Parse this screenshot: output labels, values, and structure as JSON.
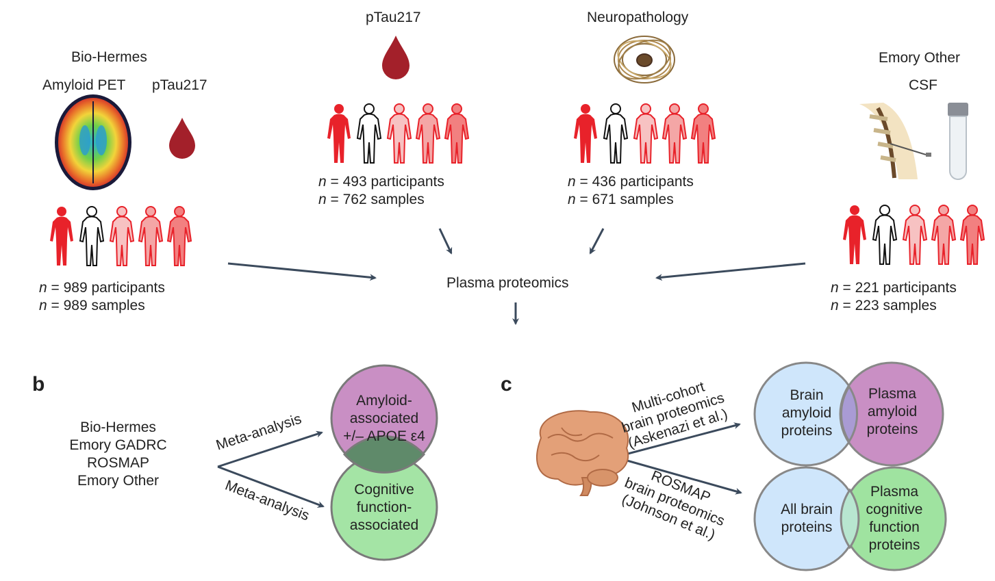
{
  "cohorts": {
    "bio_hermes": {
      "title": "Bio-Hermes",
      "sub1": "Amyloid PET",
      "sub2": "pTau217",
      "participants": " = 989 participants",
      "samples": " = 989 samples"
    },
    "ptau": {
      "title": "pTau217",
      "participants": " = 493 participants",
      "samples": " = 762 samples"
    },
    "neuro": {
      "title": "Neuropathology",
      "participants": " = 436 participants",
      "samples": " = 671 samples"
    },
    "emory_other": {
      "title": "Emory Other",
      "sub": "CSF",
      "participants": " = 221 participants",
      "samples": " = 223 samples"
    }
  },
  "n_symbol": "n",
  "center": {
    "label": "Plasma proteomics"
  },
  "panel_b": {
    "letter": "b",
    "cohort_list": [
      "Bio-Hermes",
      "Emory GADRC",
      "ROSMAP",
      "Emory Other"
    ],
    "arrow_top": "Meta-analysis",
    "arrow_bottom": "Meta-analysis",
    "circle_top": [
      "Amyloid-",
      "associated",
      "+/– APOE ε4"
    ],
    "circle_bottom": [
      "Cognitive",
      "function-",
      "associated"
    ]
  },
  "panel_c": {
    "letter": "c",
    "arrow_top": [
      "Multi-cohort",
      "brain proteomics",
      "(Askenazi et al.)"
    ],
    "arrow_bottom": [
      "ROSMAP",
      "brain proteomics",
      "(Johnson et al.)"
    ],
    "venn1_left": [
      "Brain",
      "amyloid",
      "proteins"
    ],
    "venn1_right": [
      "Plasma",
      "amyloid",
      "proteins"
    ],
    "venn2_left": [
      "All brain",
      "proteins"
    ],
    "venn2_right": [
      "Plasma",
      "cognitive",
      "function",
      "proteins"
    ]
  },
  "colors": {
    "arrow": "#3b4a5c",
    "blood": "#a3202a",
    "body_red": "#e8222a",
    "body_light": "#f4a6a6",
    "purple": "#c98fc4",
    "green": "#9fe3a0",
    "blue": "#cfe6fb"
  }
}
